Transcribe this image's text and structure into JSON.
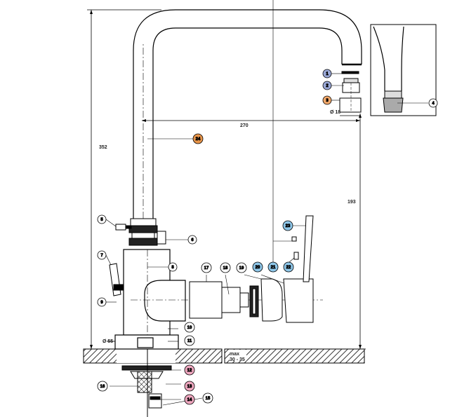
{
  "dimensions": {
    "height_total": "352",
    "reach": "270",
    "spout_height": "193",
    "spout_diameter": "Ø 18",
    "base_diameter": "Ø 55",
    "mount_note_1": "max",
    "mount_note_2": "30 - 35"
  },
  "callouts": [
    {
      "id": "c1",
      "num": "1",
      "fill": "#9aa8d6"
    },
    {
      "id": "c2",
      "num": "2",
      "fill": "#9aa8d6"
    },
    {
      "id": "c3",
      "num": "3",
      "fill": "#f2a86a"
    },
    {
      "id": "c4",
      "num": "4",
      "fill": "#ffffff"
    },
    {
      "id": "c5",
      "num": "5",
      "fill": "#ffffff"
    },
    {
      "id": "c6",
      "num": "6",
      "fill": "#ffffff"
    },
    {
      "id": "c7",
      "num": "7",
      "fill": "#ffffff"
    },
    {
      "id": "c8",
      "num": "8",
      "fill": "#ffffff"
    },
    {
      "id": "c9",
      "num": "9",
      "fill": "#ffffff"
    },
    {
      "id": "c10",
      "num": "10",
      "fill": "#ffffff"
    },
    {
      "id": "c11",
      "num": "11",
      "fill": "#ffffff"
    },
    {
      "id": "c12",
      "num": "12",
      "fill": "#f0a8c0"
    },
    {
      "id": "c13",
      "num": "13",
      "fill": "#f0a8c0"
    },
    {
      "id": "c14",
      "num": "14",
      "fill": "#f0a8c0"
    },
    {
      "id": "c15",
      "num": "15",
      "fill": "#ffffff"
    },
    {
      "id": "c16",
      "num": "16",
      "fill": "#ffffff"
    },
    {
      "id": "c17",
      "num": "17",
      "fill": "#ffffff"
    },
    {
      "id": "c18",
      "num": "18",
      "fill": "#ffffff"
    },
    {
      "id": "c19",
      "num": "19",
      "fill": "#ffffff"
    },
    {
      "id": "c20",
      "num": "20",
      "fill": "#8ec6e8"
    },
    {
      "id": "c21",
      "num": "21",
      "fill": "#8ec6e8"
    },
    {
      "id": "c22",
      "num": "22",
      "fill": "#8ec6e8"
    },
    {
      "id": "c23",
      "num": "23",
      "fill": "#8ec6e8"
    },
    {
      "id": "c24",
      "num": "24",
      "fill": "#e8954a"
    }
  ]
}
